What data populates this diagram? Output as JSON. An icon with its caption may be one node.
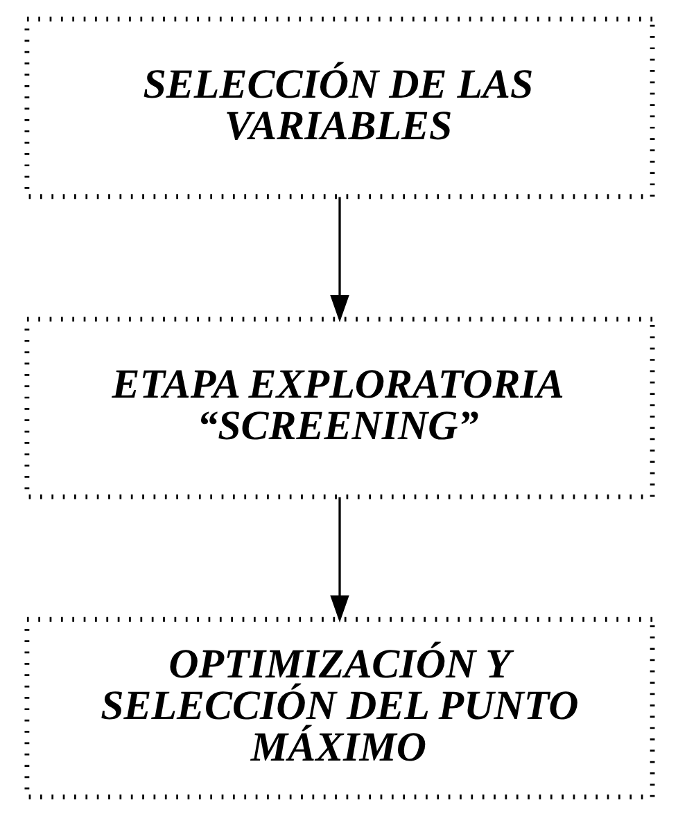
{
  "diagram": {
    "nodes": [
      {
        "text": [
          "SELECCIÓN DE LAS VARIABLES"
        ]
      },
      {
        "text": [
          "ETAPA EXPLORATORIA “SCREENING”"
        ]
      },
      {
        "text": [
          "OPTIMIZACIÓN Y SELECCIÓN DEL PUNTO MÁXIMO"
        ]
      }
    ],
    "edges": [
      {
        "from": 0,
        "to": 1,
        "arrow": "to"
      },
      {
        "from": 1,
        "to": 2,
        "arrow": "to"
      }
    ]
  }
}
